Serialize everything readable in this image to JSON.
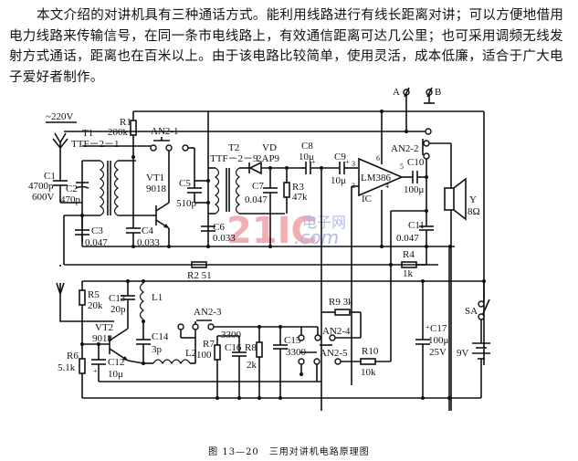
{
  "intro_text": "本文介绍的对讲机具有三种通话方式。能利用线路进行有线长距离对讲；可以方便地借用电力线路来传输信号，在同一条市电线路上，有效通信距离可达几公里；也可采用调频无线发射方式通话，距离也在百米以上。由于该电路比较简单，使用灵活，成本低廉，适合于广大电子爱好者制作。",
  "caption": "图 13—20　三用对讲机电路原理图",
  "watermark": {
    "big": "21IC",
    "cn": "电子网",
    "com": ".com"
  },
  "labels": {
    "mains": "~220V",
    "C1": "C1",
    "C1_v": "4700p",
    "C1_v2": "600V",
    "C2": "C2",
    "C2_v": "470p",
    "C3": "C3",
    "C3_v": "0.047",
    "C4": "C4",
    "C4_v": "0.033",
    "T1": "T1",
    "T1_v": "TTF－2－1",
    "R1": "R1",
    "R1_v": "200k",
    "AN21": "AN2-1",
    "VT1": "VT1",
    "VT1_v": "9018",
    "C5": "C5",
    "C5_v": "510p",
    "C6": "C6",
    "C6_v": "0.033",
    "T2": "T2",
    "T2_v": "TTF－2－9",
    "VD": "VD",
    "VD_v": "2AP9",
    "C7": "C7",
    "C7_v": "0.047",
    "R3": "R3",
    "R3_v": "47k",
    "C8": "C8",
    "C8_v": "10μ",
    "C9": "C9",
    "C9_v": "10μ",
    "IC": "IC",
    "IC_v": "LM386",
    "pin3": "3",
    "pin2": "2",
    "pin6": "6",
    "pin4": "4",
    "pin5": "5",
    "A": "A",
    "B": "B",
    "AN22": "AN2-2",
    "C10": "C10",
    "C10_v": "100μ",
    "Y": "Y",
    "Y_v": "8Ω",
    "C11": "C11",
    "C11_v": "0.047",
    "R4": "R4",
    "R4_v": "1k",
    "R2": "R2 51",
    "R5": "R5",
    "R5_v": "20k",
    "C13": "C13",
    "C13_v": "20p",
    "L1": "L1",
    "VT2": "VT2",
    "VT2_v": "9018",
    "C14": "C14",
    "C14_v": "3p",
    "R6": "R6",
    "R6_v": "5.1k",
    "C12": "C12",
    "C12_v": "10μ",
    "L2": "L2",
    "AN23": "AN2-3",
    "R7": "R7",
    "R7_v": "100",
    "C16": "C16",
    "C16_v": "3300",
    "R8": "R8",
    "R8_v": "2k",
    "C15": "C15",
    "C15_v": "3300",
    "R9": "R9 3k",
    "AN24": "AN2-4",
    "AN25": "AN2-5",
    "R10": "R10",
    "R10_v": "10k",
    "C17": "C17",
    "C17_v": "100μ",
    "C17_v2": "25V",
    "SA": "SA",
    "bat": "9V"
  }
}
